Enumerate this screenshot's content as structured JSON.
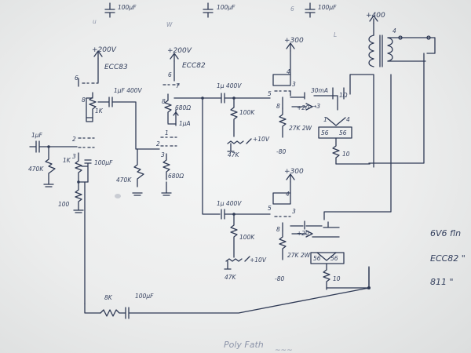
{
  "top_margin": {
    "cap1": "100µF",
    "cap2": "100µF",
    "cap3": "100µF",
    "left_mark": "u",
    "mid_mark": "W",
    "right_mark": "6"
  },
  "stage1": {
    "supply": "+200V",
    "tube": "ECC83",
    "pin6": "6",
    "pin8": "8",
    "pin2": "2",
    "pin3": "3",
    "cathode_r": "1K",
    "coupling_cap": "1µF 400V",
    "input_cap": "1µF",
    "grid_r": "470K",
    "cathode_r2": "1K",
    "bypass_cap": "100µF",
    "fb_r": "100"
  },
  "stage2": {
    "supply": "+200V",
    "tube": "ECC82",
    "pin6": "6",
    "pin7": "7",
    "pin8": "8",
    "pin1": "1",
    "pin2": "2",
    "pin3": "3",
    "cathode_r": "680Ω",
    "ccs": "1µA",
    "grid_r": "470K",
    "cathode_r2": "680Ω"
  },
  "power_upper": {
    "supply": "+300",
    "pin4": "4",
    "pin3": "3",
    "pin5": "5",
    "pin8": "8",
    "coupling_cap": "1µ 400V",
    "grid_r": "100K",
    "pot": "47K",
    "bias": "+10V",
    "cathode_r": "27K 2W",
    "neg": "-80",
    "current": "30mA",
    "current_arrow": "→3",
    "tube_mark": "1Ω",
    "plus20": "+20",
    "heater_l": "56",
    "heater_r": "56",
    "heater_l_pin": "1",
    "heater_r_pin": "4",
    "sense_r": "10"
  },
  "power_lower": {
    "supply": "+300",
    "pin4": "4",
    "pin3": "3",
    "pin5": "5",
    "pin8": "8",
    "coupling_cap": "1µ 400V",
    "grid_r": "100K",
    "pot": "47K",
    "bias": "+10V",
    "cathode_r": "27K 2W",
    "neg": "-80",
    "plus20": "+20",
    "heater_l": "56",
    "heater_r": "56",
    "sense_r": "10"
  },
  "output": {
    "supply": "+400",
    "mark": "4"
  },
  "feedback": {
    "resistor": "8K",
    "cap": "100µF"
  },
  "right_notes": {
    "line1": "6V6 fln",
    "line2": "ECC82 \"",
    "line3": "811 \""
  },
  "bottom_note": {
    "line1": "Poly Fath",
    "line2": "~~~"
  }
}
